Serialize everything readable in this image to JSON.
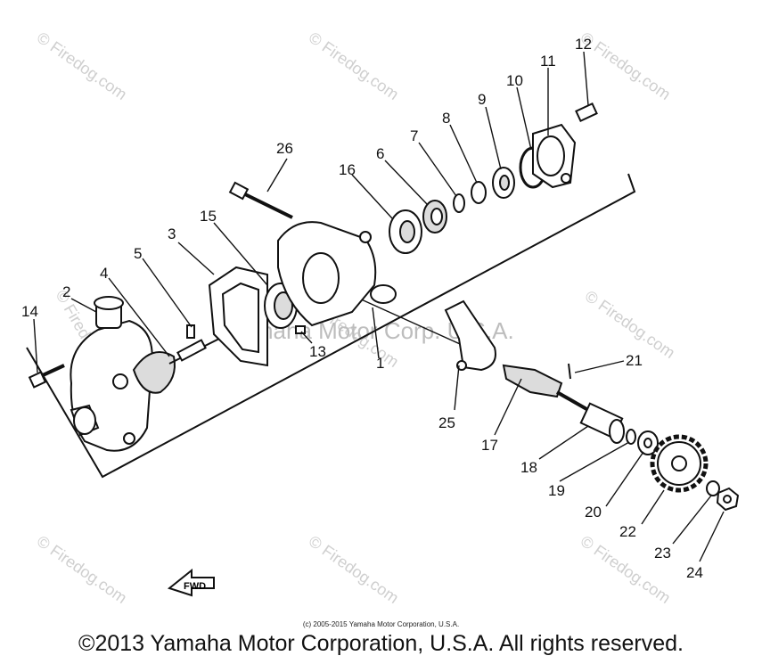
{
  "watermark": {
    "text": "© Firedog.com",
    "big_text": "Yamaha Motor Corp. U.S.A."
  },
  "fwd_label": "FWD",
  "callouts": {
    "p1": "1",
    "p2": "2",
    "p3": "3",
    "p4": "4",
    "p5": "5",
    "p6": "6",
    "p7": "7",
    "p8": "8",
    "p9": "9",
    "p10": "10",
    "p11": "11",
    "p12": "12",
    "p13": "13",
    "p14": "14",
    "p15": "15",
    "p16": "16",
    "p17": "17",
    "p18": "18",
    "p19": "19",
    "p20": "20",
    "p21": "21",
    "p22": "22",
    "p23": "23",
    "p24": "24",
    "p25": "25",
    "p26": "26"
  },
  "small_copyright": "(c) 2005-2015 Yamaha Motor Corporation, U.S.A.",
  "copyright": "©2013 Yamaha Motor Corporation, U.S.A. All rights reserved."
}
